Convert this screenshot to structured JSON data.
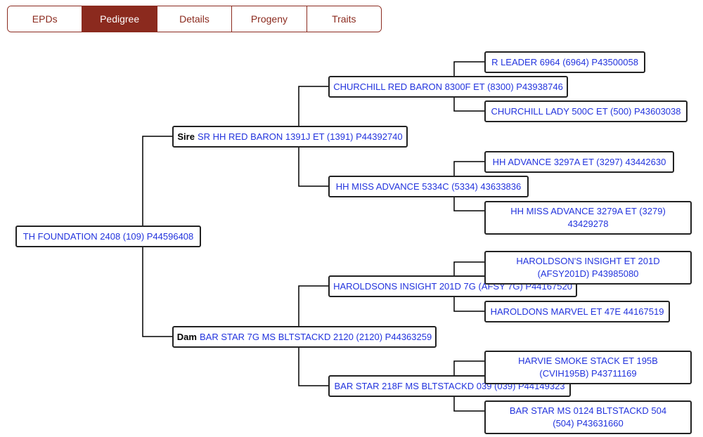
{
  "tabs": {
    "epds": "EPDs",
    "pedigree": "Pedigree",
    "details": "Details",
    "progeny": "Progeny",
    "traits": "Traits",
    "active": "pedigree"
  },
  "pedigree": {
    "subject": "TH FOUNDATION 2408 (109) P44596408",
    "sire": {
      "role": "Sire",
      "name": "SR HH RED BARON 1391J ET (1391) P44392740",
      "sire": {
        "name": "CHURCHILL RED BARON 8300F ET (8300) P43938746",
        "sire": "R LEADER 6964 (6964) P43500058",
        "dam": "CHURCHILL LADY 500C ET (500) P43603038"
      },
      "dam": {
        "name": "HH MISS ADVANCE 5334C (5334) 43633836",
        "sire": "HH ADVANCE 3297A ET (3297) 43442630",
        "dam": "HH MISS ADVANCE 3279A ET (3279) 43429278"
      }
    },
    "dam": {
      "role": "Dam",
      "name": "BAR STAR 7G MS BLTSTACKD 2120 (2120) P44363259",
      "sire": {
        "name": "HAROLDSONS INSIGHT 201D 7G (AFSY 7G) P44167520",
        "sire": "HAROLDSON'S INSIGHT ET 201D (AFSY201D) P43985080",
        "dam": "HAROLDONS MARVEL ET 47E 44167519"
      },
      "dam": {
        "name": "BAR STAR 218F MS BLTSTACKD 039 (039) P44149323",
        "sire": "HARVIE SMOKE STACK ET 195B (CVIH195B) P43711169",
        "dam": "BAR STAR MS 0124 BLTSTACKD 504 (504) P43631660"
      }
    }
  }
}
